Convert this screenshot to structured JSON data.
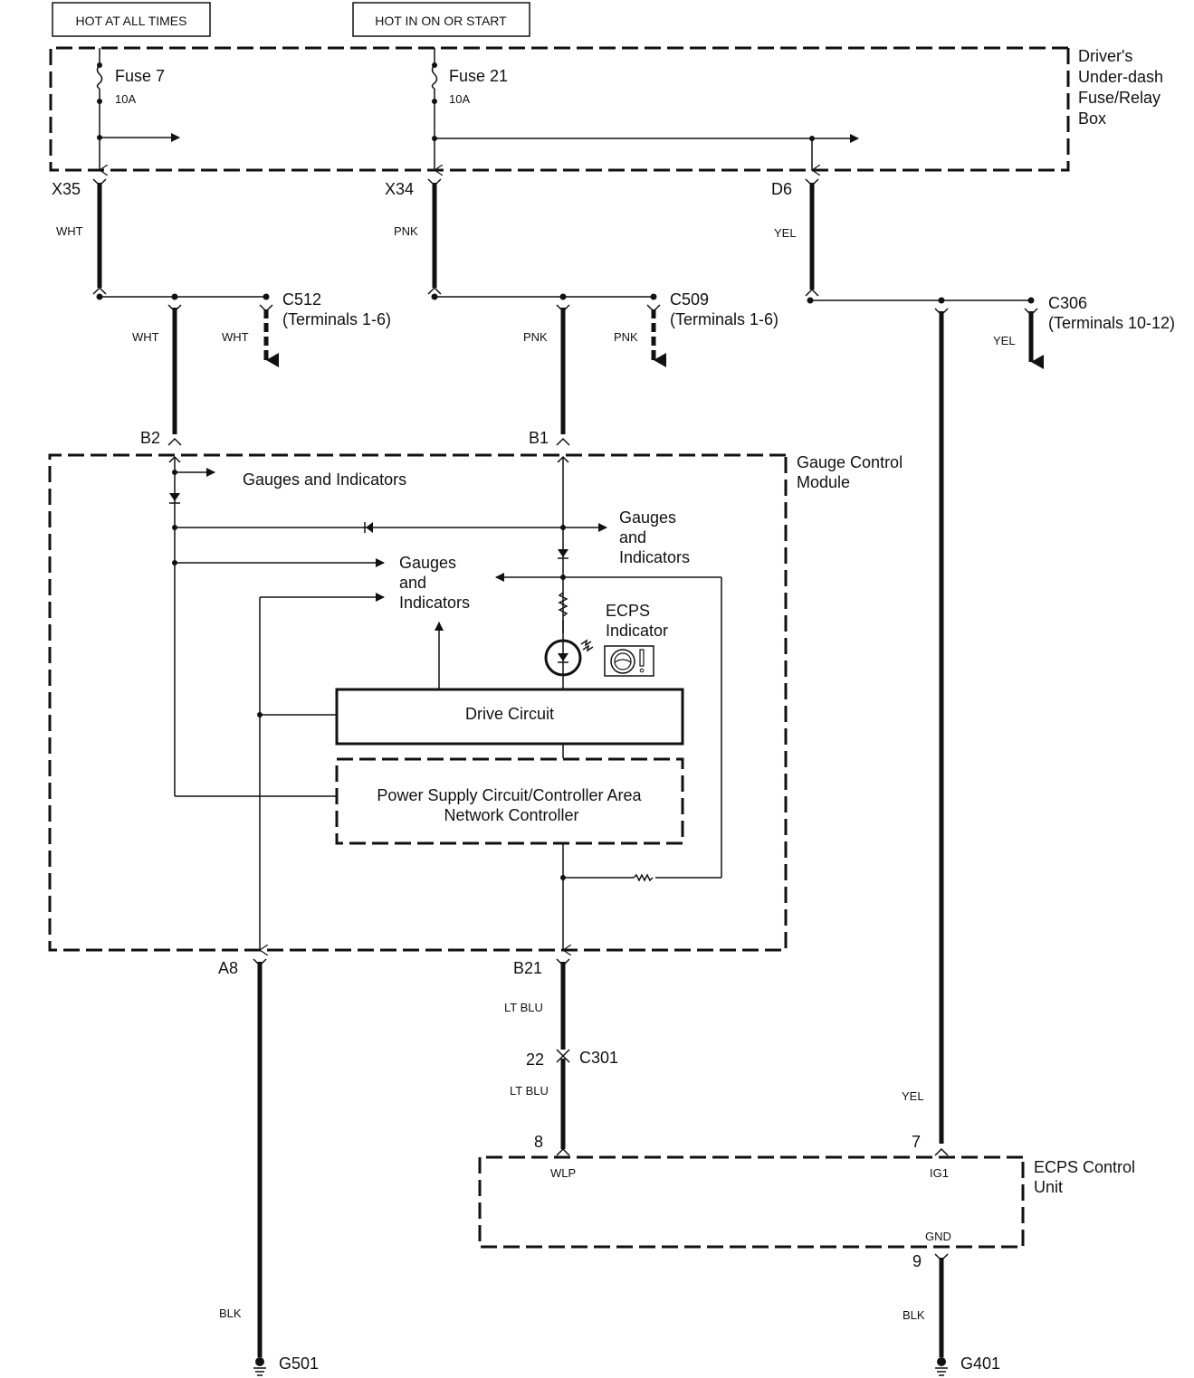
{
  "power_sources": {
    "hot_at_all_times": "HOT AT ALL TIMES",
    "hot_in_on_or_start": "HOT IN ON OR START"
  },
  "fuse_box": {
    "label_lines": [
      "Driver's",
      "Under-dash",
      "Fuse/Relay",
      "Box"
    ],
    "fuses": [
      {
        "name": "Fuse 7",
        "rating": "10A"
      },
      {
        "name": "Fuse 21",
        "rating": "10A"
      }
    ],
    "terminals": [
      "X35",
      "X34",
      "D6"
    ]
  },
  "wires": {
    "x35": "WHT",
    "x34": "PNK",
    "d6": "YEL",
    "c512_main": "WHT",
    "c512_branch": "WHT",
    "c509_main": "PNK",
    "c509_branch": "PNK",
    "c306_branch": "YEL",
    "b21_upper": "LT BLU",
    "b21_lower": "LT BLU",
    "ig1": "YEL",
    "a8_ground": "BLK",
    "gnd_ground": "BLK"
  },
  "connectors": {
    "c512": {
      "name": "C512",
      "detail": "(Terminals 1-6)"
    },
    "c509": {
      "name": "C509",
      "detail": "(Terminals 1-6)"
    },
    "c306": {
      "name": "C306",
      "detail": "(Terminals 10-12)"
    },
    "c301": {
      "name": "C301",
      "pin": "22"
    }
  },
  "gauge_module": {
    "label_lines": [
      "Gauge Control",
      "Module"
    ],
    "pins": {
      "b2": "B2",
      "b1": "B1",
      "a8": "A8",
      "b21": "B21"
    },
    "gauges_top": "Gauges and Indicators",
    "gauges_right_lines": [
      "Gauges",
      "and",
      "Indicators"
    ],
    "gauges_center_lines": [
      "Gauges",
      "and",
      "Indicators"
    ],
    "ecps_indicator_lines": [
      "ECPS",
      "Indicator"
    ],
    "drive_circuit": "Drive Circuit",
    "power_supply_lines": [
      "Power Supply Circuit/Controller Area",
      "Network Controller"
    ]
  },
  "ecps_unit": {
    "label_lines": [
      "ECPS Control",
      "Unit"
    ],
    "pins": {
      "wlp_num": "8",
      "ig1_num": "7",
      "gnd_num": "9"
    },
    "pin_names": {
      "wlp": "WLP",
      "ig1": "IG1",
      "gnd": "GND"
    }
  },
  "grounds": [
    "G501",
    "G401"
  ]
}
